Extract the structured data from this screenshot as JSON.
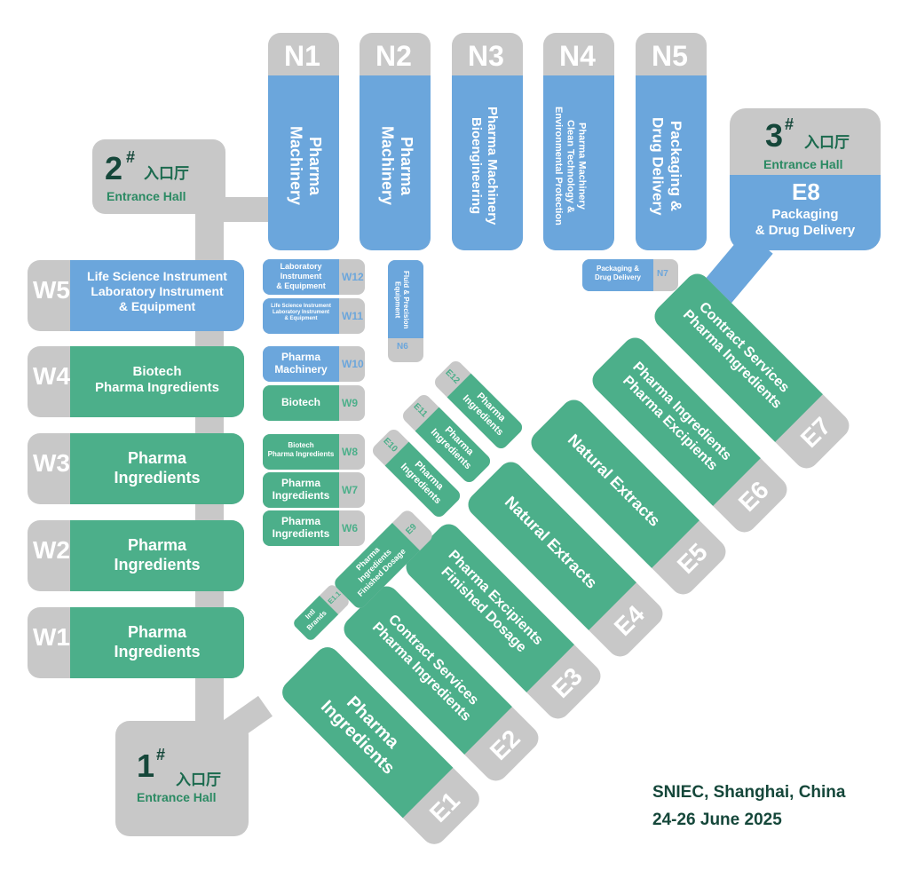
{
  "entrances": {
    "e1": {
      "num": "1",
      "mark": "#",
      "cn": "入口厅",
      "en": "Entrance Hall"
    },
    "e2": {
      "num": "2",
      "mark": "#",
      "cn": "入口厅",
      "en": "Entrance Hall"
    },
    "e3": {
      "num": "3",
      "mark": "#",
      "cn": "入口厅",
      "en": "Entrance Hall"
    }
  },
  "north_halls": [
    {
      "code": "N1",
      "label": "Pharma\nMachinery"
    },
    {
      "code": "N2",
      "label": "Pharma\nMachinery"
    },
    {
      "code": "N3",
      "label": "Pharma Machinery\nBioengineering"
    },
    {
      "code": "N4",
      "label": "Pharma Machinery\nClean Technology &\nEnvironmental Protection"
    },
    {
      "code": "N5",
      "label": "Packaging &\nDrug Delivery"
    }
  ],
  "e8": {
    "code": "E8",
    "label": "Packaging\n& Drug Delivery"
  },
  "west_halls": [
    {
      "code": "W5",
      "label": "Life Science Instrument\nLaboratory Instrument\n& Equipment",
      "color": "blue"
    },
    {
      "code": "W4",
      "label": "Biotech\nPharma Ingredients",
      "color": "green"
    },
    {
      "code": "W3",
      "label": "Pharma\nIngredients",
      "color": "green"
    },
    {
      "code": "W2",
      "label": "Pharma\nIngredients",
      "color": "green"
    },
    {
      "code": "W1",
      "label": "Pharma\nIngredients",
      "color": "green"
    }
  ],
  "small_halls": [
    {
      "code": "W12",
      "label": "Laboratory\nInstrument\n& Equipment",
      "color": "blue"
    },
    {
      "code": "W11",
      "label": "Life Science Instrument\nLaboratory Instrument\n& Equipment",
      "color": "blue"
    },
    {
      "code": "W10",
      "label": "Pharma\nMachinery",
      "color": "blue"
    },
    {
      "code": "W9",
      "label": "Biotech",
      "color": "green"
    },
    {
      "code": "W8",
      "label": "Biotech\nPharma Ingredients",
      "color": "green"
    },
    {
      "code": "W7",
      "label": "Pharma\nIngredients",
      "color": "green"
    },
    {
      "code": "W6",
      "label": "Pharma\nIngredients",
      "color": "green"
    }
  ],
  "n6": {
    "code": "N6",
    "label": "Fluid & Precision\nEquipment"
  },
  "n7": {
    "code": "N7",
    "label": "Packaging &\nDrug Delivery"
  },
  "east_halls": [
    {
      "code": "E7",
      "label": "Contract Services\nPharma Ingredients"
    },
    {
      "code": "E6",
      "label": "Pharma Ingredients\nPharma Excipients"
    },
    {
      "code": "E5",
      "label": "Natural Extracts"
    },
    {
      "code": "E4",
      "label": "Natural Extracts"
    },
    {
      "code": "E3",
      "label": "Pharma Excipients\nFinished Dosage"
    },
    {
      "code": "E2",
      "label": "Contract Services\nPharma Ingredients"
    },
    {
      "code": "E1",
      "label": "Pharma\nIngredients"
    }
  ],
  "mid_halls": [
    {
      "code": "E12",
      "label": "Pharma\nIngredients"
    },
    {
      "code": "E11",
      "label": "Pharma\nIngredients"
    },
    {
      "code": "E10",
      "label": "Pharma\nIngredients"
    },
    {
      "code": "E9",
      "label": "Pharma\nIngredients\nFinished Dosage"
    },
    {
      "code": "E1.1",
      "label": "Intl\nBrands"
    }
  ],
  "footer": {
    "venue": "SNIEC, Shanghai, China",
    "dates": "24-26 June 2025"
  },
  "colors": {
    "blue": "#6ba6dc",
    "green": "#4caf8a",
    "gray": "#c8c8c8",
    "text_dark": "#15473a"
  }
}
